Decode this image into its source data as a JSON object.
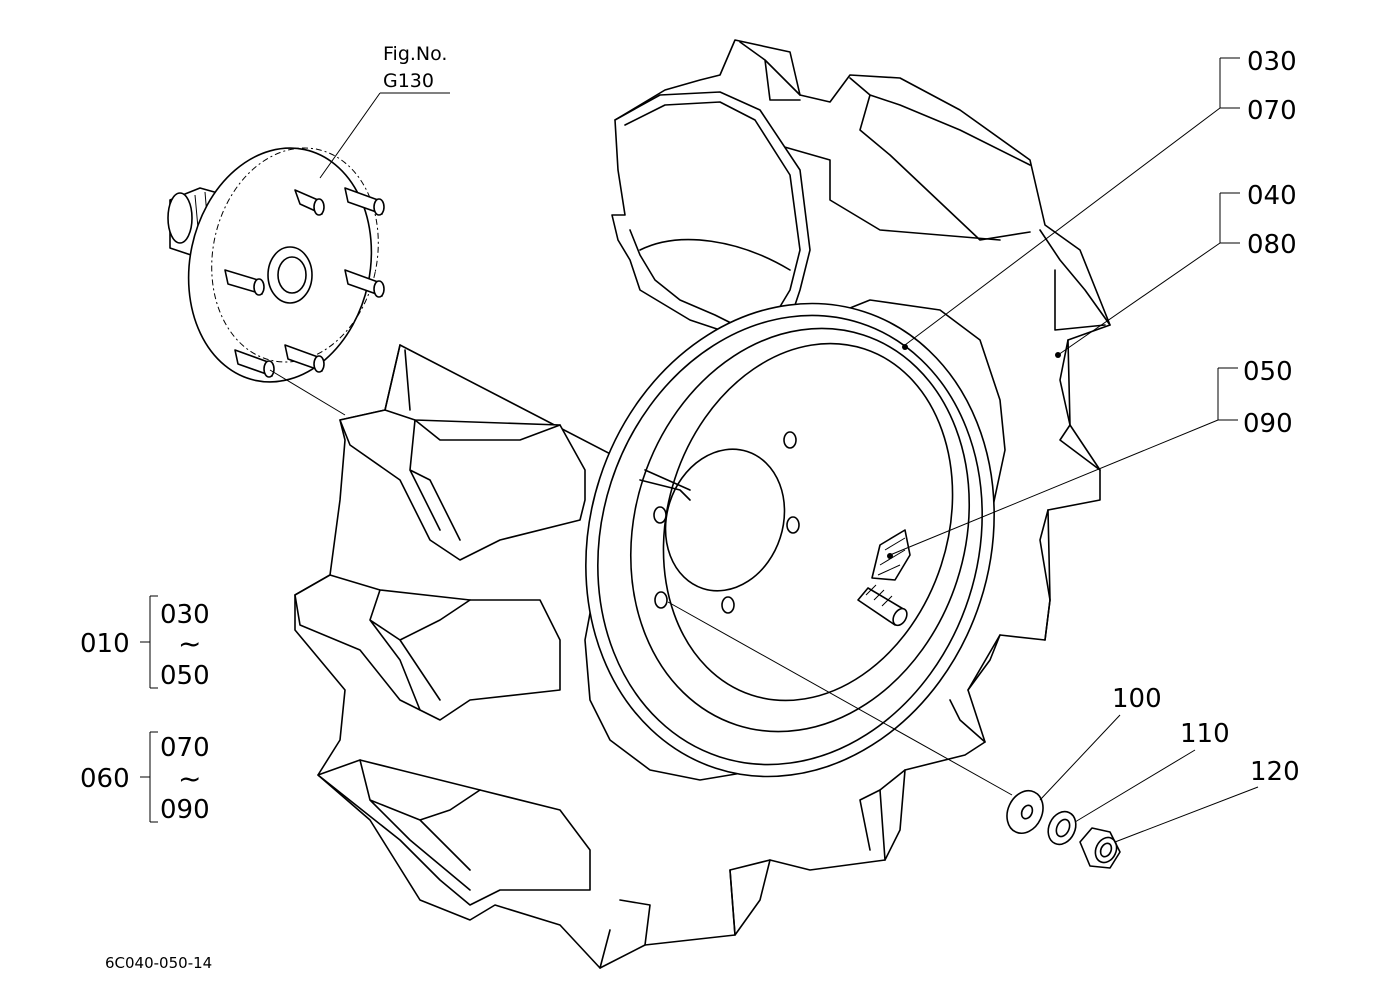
{
  "figure_ref": {
    "line1": "Fig.No.",
    "line2": "G130"
  },
  "callouts": {
    "c030": "030",
    "c070": "070",
    "c040": "040",
    "c080": "080",
    "c050": "050",
    "c090": "090",
    "c100": "100",
    "c110": "110",
    "c120": "120"
  },
  "assemblies": [
    {
      "id": "010",
      "from": "030",
      "tilde": "~",
      "to": "050"
    },
    {
      "id": "060",
      "from": "070",
      "tilde": "~",
      "to": "090"
    }
  ],
  "drawing_code": "6C040-050-14"
}
